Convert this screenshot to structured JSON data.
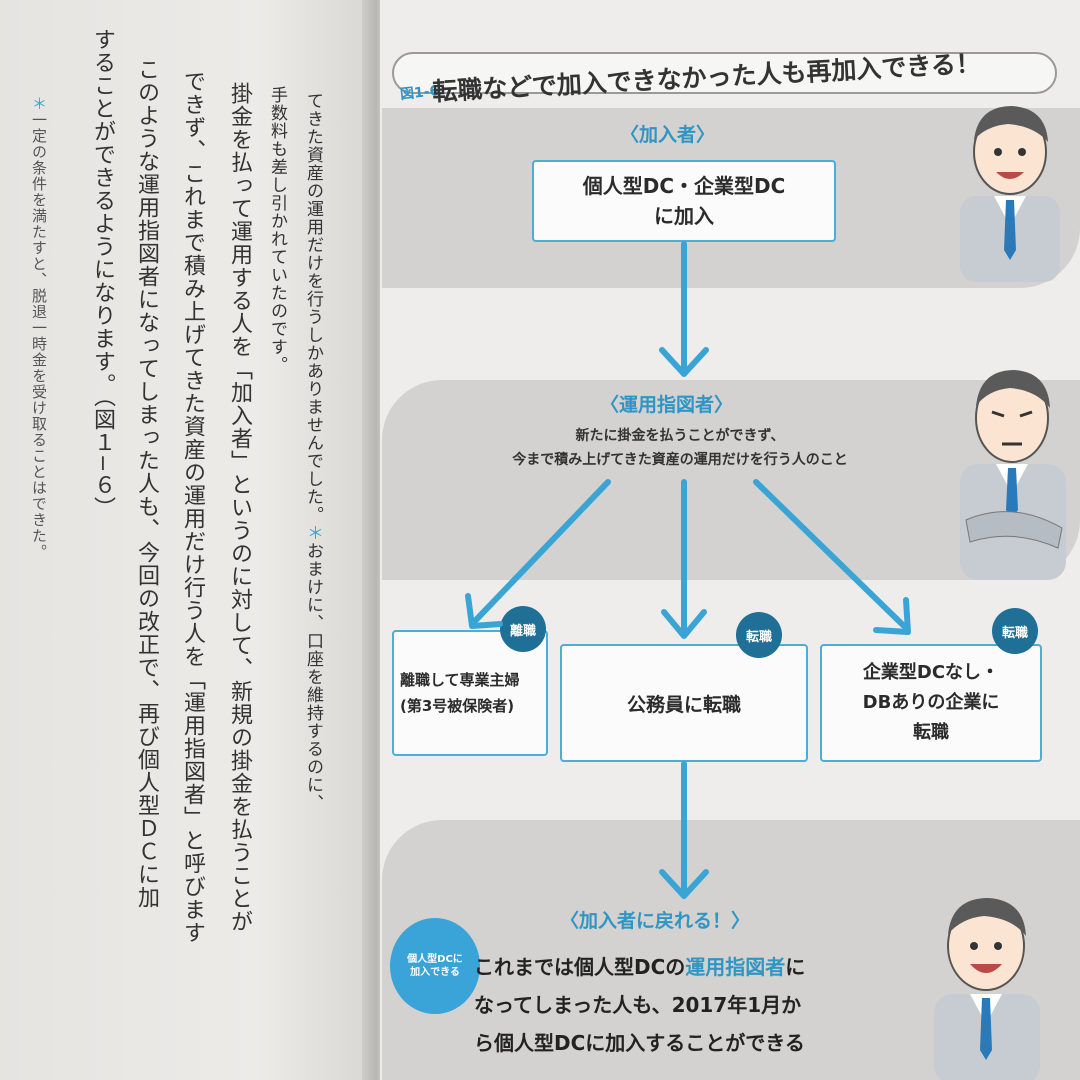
{
  "left_page": {
    "col1": "てきた資産の運用だけを行うしかありませんでした。",
    "col1_mark": "＊",
    "col1b": "おまけに、口座を維持するのに、",
    "col2": "手数料も差し引かれていたのです。",
    "col3": "掛金を払って運用する人を「加入者」というのに対して、新規の掛金を払うことが",
    "col4": "できず、これまで積み上げてきた資産の運用だけ行う人を「運用指図者」と呼びます",
    "col5": "このような運用指図者になってしまった人も、今回の改正で、再び個人型ＤＣに加",
    "col6": "することができるようになります。（図１−６）",
    "note_mark": "＊",
    "note": "一定の条件を満たすと、脱退一時金を受け取ることはできた。"
  },
  "figure": {
    "tag": "図1-6",
    "title": "転職などで加入できなかった人も再加入できる！",
    "section1": "〈加入者〉",
    "box1": "個人型DC・企業型DC\nに加入",
    "section2": "〈運用指図者〉",
    "desc2": "新たに掛金を払うことができず、\n今まで積み上げてきた資産の運用だけを行う人のこと",
    "branches": [
      {
        "badge": "離職",
        "text": "離職して専業主婦\n(第3号被保険者)"
      },
      {
        "badge": "転職",
        "text": "公務員に転職"
      },
      {
        "badge": "転職",
        "text": "企業型DCなし・\nDBありの企業に\n転職"
      }
    ],
    "section3": "〈加入者に戻れる！〉",
    "circle": "個人型DCに\n加入できる",
    "final_pre": "これまでは個人型DCの",
    "final_hl": "運用指図者",
    "final_post": "に\nなってしまった人も、2017年1月か\nら個人型DCに加入することができる"
  },
  "colors": {
    "accent": "#3aa5d4",
    "badge": "#1f6f96",
    "band": "#d3d2d0"
  }
}
